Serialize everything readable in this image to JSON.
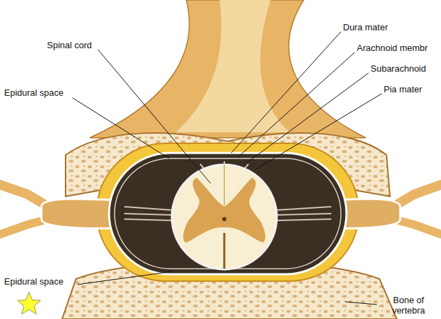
{
  "diagram": {
    "labels": [
      "Spinal cord",
      "Epidural space",
      "Dura mater",
      "Arachnoid membr",
      "Subarachnoid",
      "Pia mater",
      "Epidural space",
      "Bone of vertebra"
    ]
  }
}
